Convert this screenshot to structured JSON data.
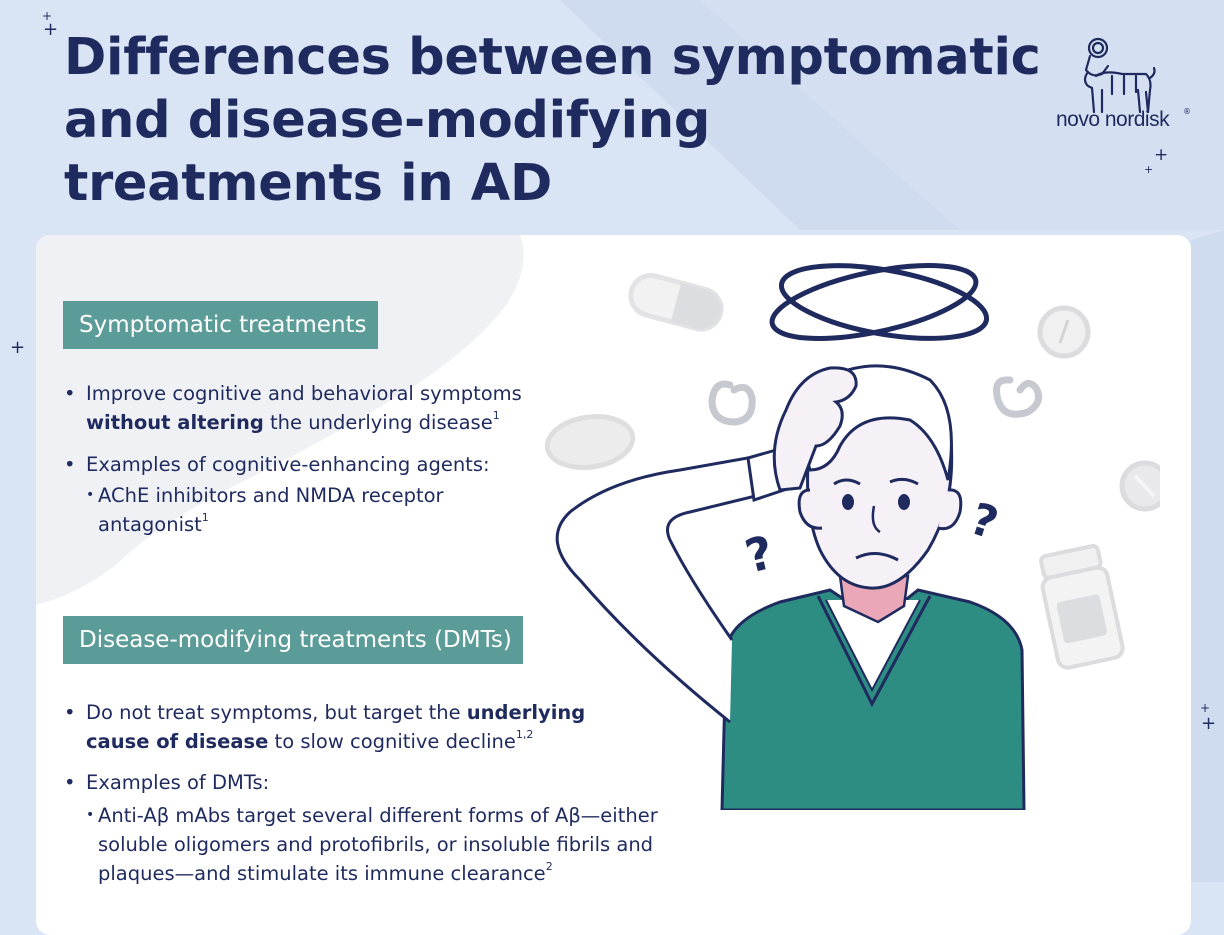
{
  "title": {
    "line1": "Differences between symptomatic",
    "line2": "and disease-modifying",
    "line3": "treatments in AD"
  },
  "logo": {
    "name": "novo nordisk",
    "reg": "®"
  },
  "colors": {
    "navy": "#1f2a5e",
    "teal": "#5c9c98",
    "background": "#d9e4f5",
    "card": "#ffffff"
  },
  "symptomatic": {
    "heading": "Symptomatic treatments",
    "b1_part1": "Improve cognitive and behavioral symptoms",
    "b1_bold": "without altering",
    "b1_part2": " the underlying disease",
    "b1_ref": "1",
    "b2_text": "Examples of cognitive-enhancing agents:",
    "b2_sub_line1": "AChE inhibitors and NMDA receptor",
    "b2_sub_line2": "antagonist",
    "b2_sub_ref": "1"
  },
  "dmt": {
    "heading": "Disease-modifying treatments (DMTs)",
    "b1_part1": "Do not treat symptoms, but target the ",
    "b1_bold1": "underlying",
    "b1_bold2": "cause of disease",
    "b1_part2": " to slow cognitive decline",
    "b1_ref": "1,2",
    "b2_text": "Examples of DMTs:",
    "b2_sub_line1": "Anti-Aβ mAbs target several different forms of Aβ—either",
    "b2_sub_line2": "soluble oligomers and protofibrils, or insoluble fibrils and",
    "b2_sub_line3": "plaques—and stimulate its immune clearance",
    "b2_sub_ref": "2"
  },
  "illustration": {
    "subject": "confused-elderly-man",
    "question_mark": "?"
  }
}
